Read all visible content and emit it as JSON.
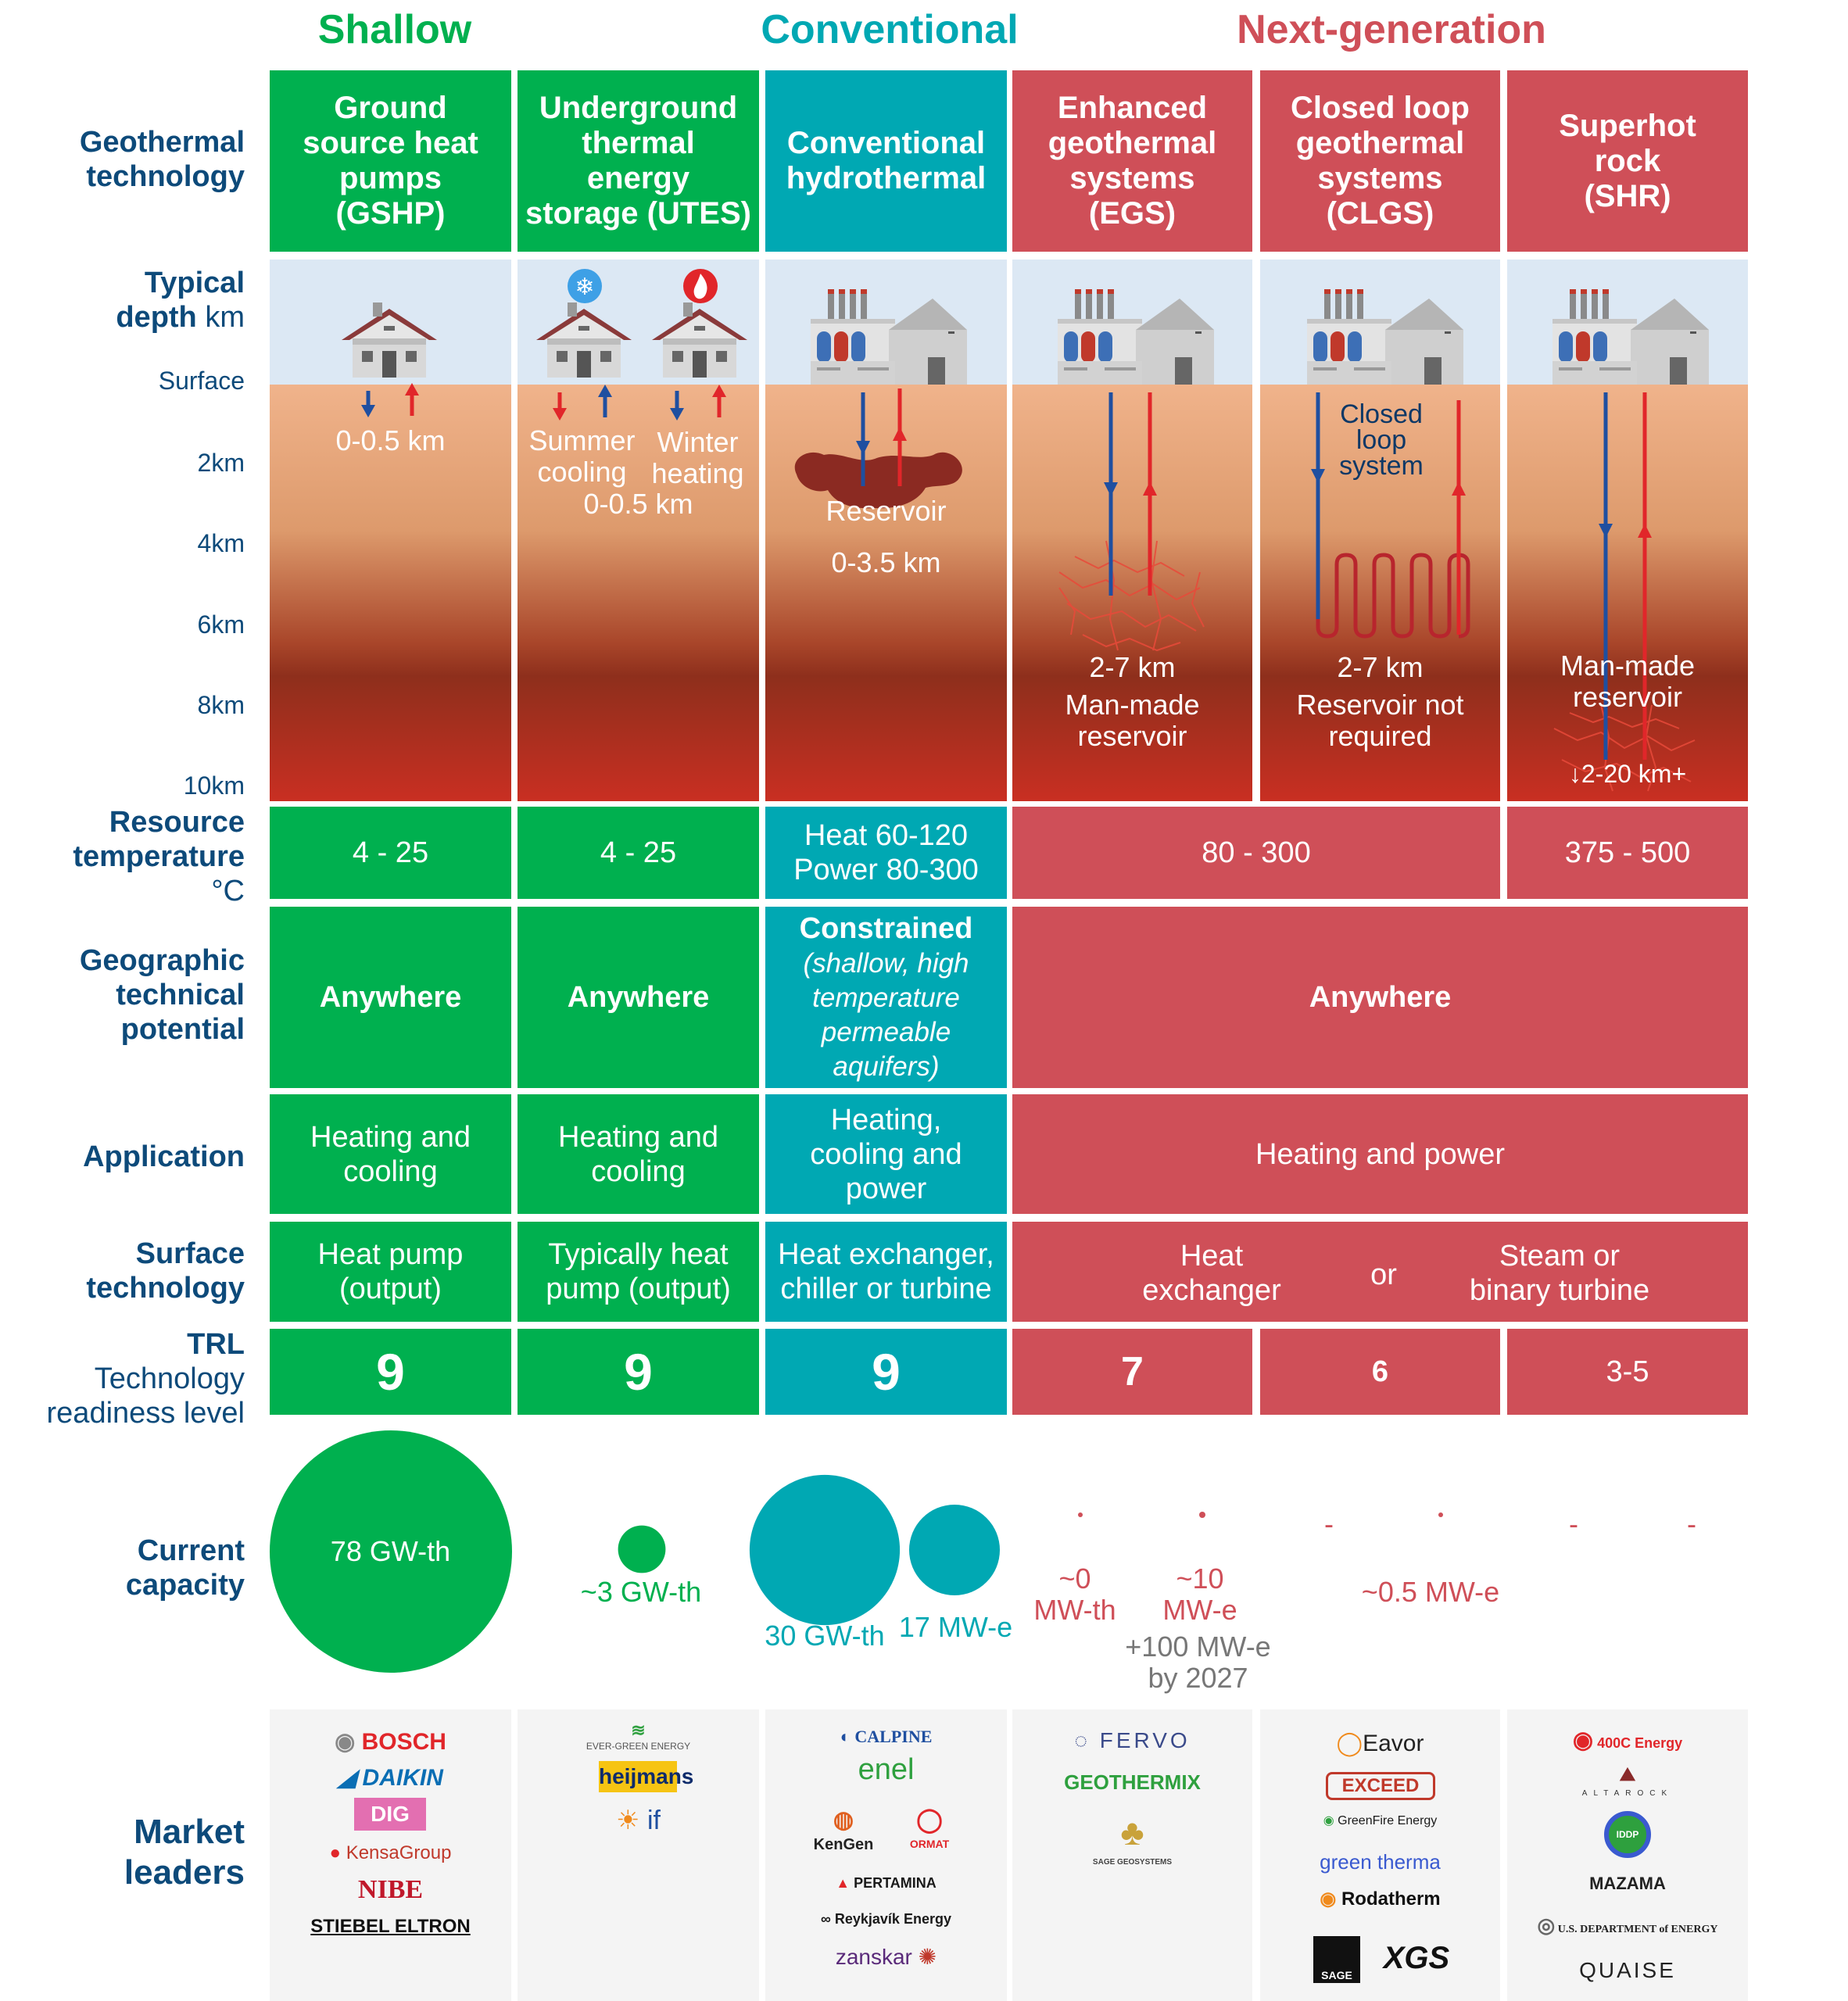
{
  "categories": {
    "shallow": "Shallow",
    "conventional": "Conventional",
    "nextgen": "Next-generation"
  },
  "colors": {
    "shallow": "#00b04f",
    "conventional": "#00a8b3",
    "nextgen": "#cf4f58",
    "label": "#0d4a7a"
  },
  "row_labels": {
    "tech": [
      "Geothermal",
      "technology"
    ],
    "depth_bold": "Typical",
    "depth_bold2": "depth",
    "depth_unit": " km",
    "resource": [
      "Resource",
      "temperature"
    ],
    "resource_unit": "°C",
    "geo": [
      "Geographic",
      "technical",
      "potential"
    ],
    "application": "Application",
    "surface": [
      "Surface",
      "technology"
    ],
    "trl_bold": "TRL",
    "trl_rest": [
      "Technology",
      "readiness level"
    ],
    "capacity": [
      "Current",
      "capacity"
    ],
    "market": [
      "Market",
      "leaders"
    ]
  },
  "depth_axis": [
    "Surface",
    "2km",
    "4km",
    "6km",
    "8km",
    "10km"
  ],
  "technologies": [
    {
      "name": [
        "Ground",
        "source heat",
        "pumps",
        "(GSHP)"
      ]
    },
    {
      "name": [
        "Underground",
        "thermal",
        "energy",
        "storage (UTES)"
      ]
    },
    {
      "name": [
        "Conventional",
        "hydrothermal"
      ]
    },
    {
      "name": [
        "Enhanced",
        "geothermal",
        "systems",
        "(EGS)"
      ]
    },
    {
      "name": [
        "Closed loop",
        "geothermal",
        "systems",
        "(CLGS)"
      ]
    },
    {
      "name": [
        "Superhot",
        "rock",
        "(SHR)"
      ]
    }
  ],
  "depth_texts": {
    "gshp": "0-0.5 km",
    "utes_summer": [
      "Summer",
      "cooling"
    ],
    "utes_winter": [
      "Winter",
      "heating"
    ],
    "utes_depth": "0-0.5 km",
    "conv_reservoir": "Reservoir",
    "conv_depth": "0-3.5 km",
    "egs_depth": "2-7 km",
    "egs_note": [
      "Man-made",
      "reservoir"
    ],
    "clgs_loop": [
      "Closed",
      "loop",
      "system"
    ],
    "clgs_depth": "2-7 km",
    "clgs_note": [
      "Reservoir not",
      "required"
    ],
    "shr_note": [
      "Man-made",
      "reservoir"
    ],
    "shr_depth": "↓2-20 km+"
  },
  "resource_temperature": {
    "gshp": "4 - 25",
    "utes": "4 - 25",
    "conv": [
      "Heat 60-120",
      "Power 80-300"
    ],
    "egs_clgs": "80 - 300",
    "shr": "375 - 500"
  },
  "geographic": {
    "gshp": "Anywhere",
    "utes": "Anywhere",
    "conv_bold": "Constrained",
    "conv_note": [
      "(shallow, high",
      "temperature",
      "permeable",
      "aquifers)"
    ],
    "nextgen": "Anywhere"
  },
  "application": {
    "gshp": [
      "Heating and",
      "cooling"
    ],
    "utes": [
      "Heating and",
      "cooling"
    ],
    "conv": [
      "Heating,",
      "cooling and",
      "power"
    ],
    "nextgen": "Heating and power"
  },
  "surface_technology": {
    "gshp": [
      "Heat pump",
      "(output)"
    ],
    "utes": [
      "Typically heat",
      "pump (output)"
    ],
    "conv": [
      "Heat exchanger,",
      "chiller or turbine"
    ],
    "ng_a": [
      "Heat",
      "exchanger"
    ],
    "ng_or": "or",
    "ng_b": [
      "Steam or",
      "binary turbine"
    ]
  },
  "trl": {
    "gshp": "9",
    "utes": "9",
    "conv": "9",
    "egs": "7",
    "clgs": "6",
    "shr": "3-5"
  },
  "capacity": {
    "gshp": "78 GW-th",
    "utes": "~3 GW-th",
    "conv_th": "30 GW-th",
    "conv_e": "17 MW-e",
    "egs_th": [
      "~0",
      "MW-th"
    ],
    "egs_e": [
      "~10",
      "MW-e"
    ],
    "egs_future": [
      "+100 MW-e",
      "by 2027"
    ],
    "clgs": "~0.5 MW-e",
    "dash": "-"
  },
  "capacity_values": {
    "gshp_gw_th": 78,
    "utes_gw_th": 3,
    "conv_gw_th": 30,
    "conv_mw_e": 17
  },
  "market_leaders": {
    "gshp": [
      "BOSCH",
      "DAIKIN",
      "DIG",
      "KensaGroup",
      "NIBE",
      "STIEBEL ELTRON"
    ],
    "utes": [
      "EVER-GREEN ENERGY",
      "heijmans",
      "if"
    ],
    "conv": [
      "CALPINE",
      "enel",
      "KenGen",
      "ORMAT",
      "PERTAMINA",
      "Reykjavík Energy",
      "zanskar"
    ],
    "egs": [
      "FERVO",
      "GEOTHERMIX",
      "SAGE GEOSYSTEMS"
    ],
    "clgs": [
      "Eavor",
      "EXCEED",
      "GreenFire Energy",
      "green therma",
      "Rodatherm",
      "SAGE",
      "XGS"
    ],
    "shr": [
      "400C Energy",
      "ALTAROCK",
      "IDDP",
      "MAZAMA",
      "U.S. DEPARTMENT of ENERGY",
      "QUAISE"
    ]
  }
}
